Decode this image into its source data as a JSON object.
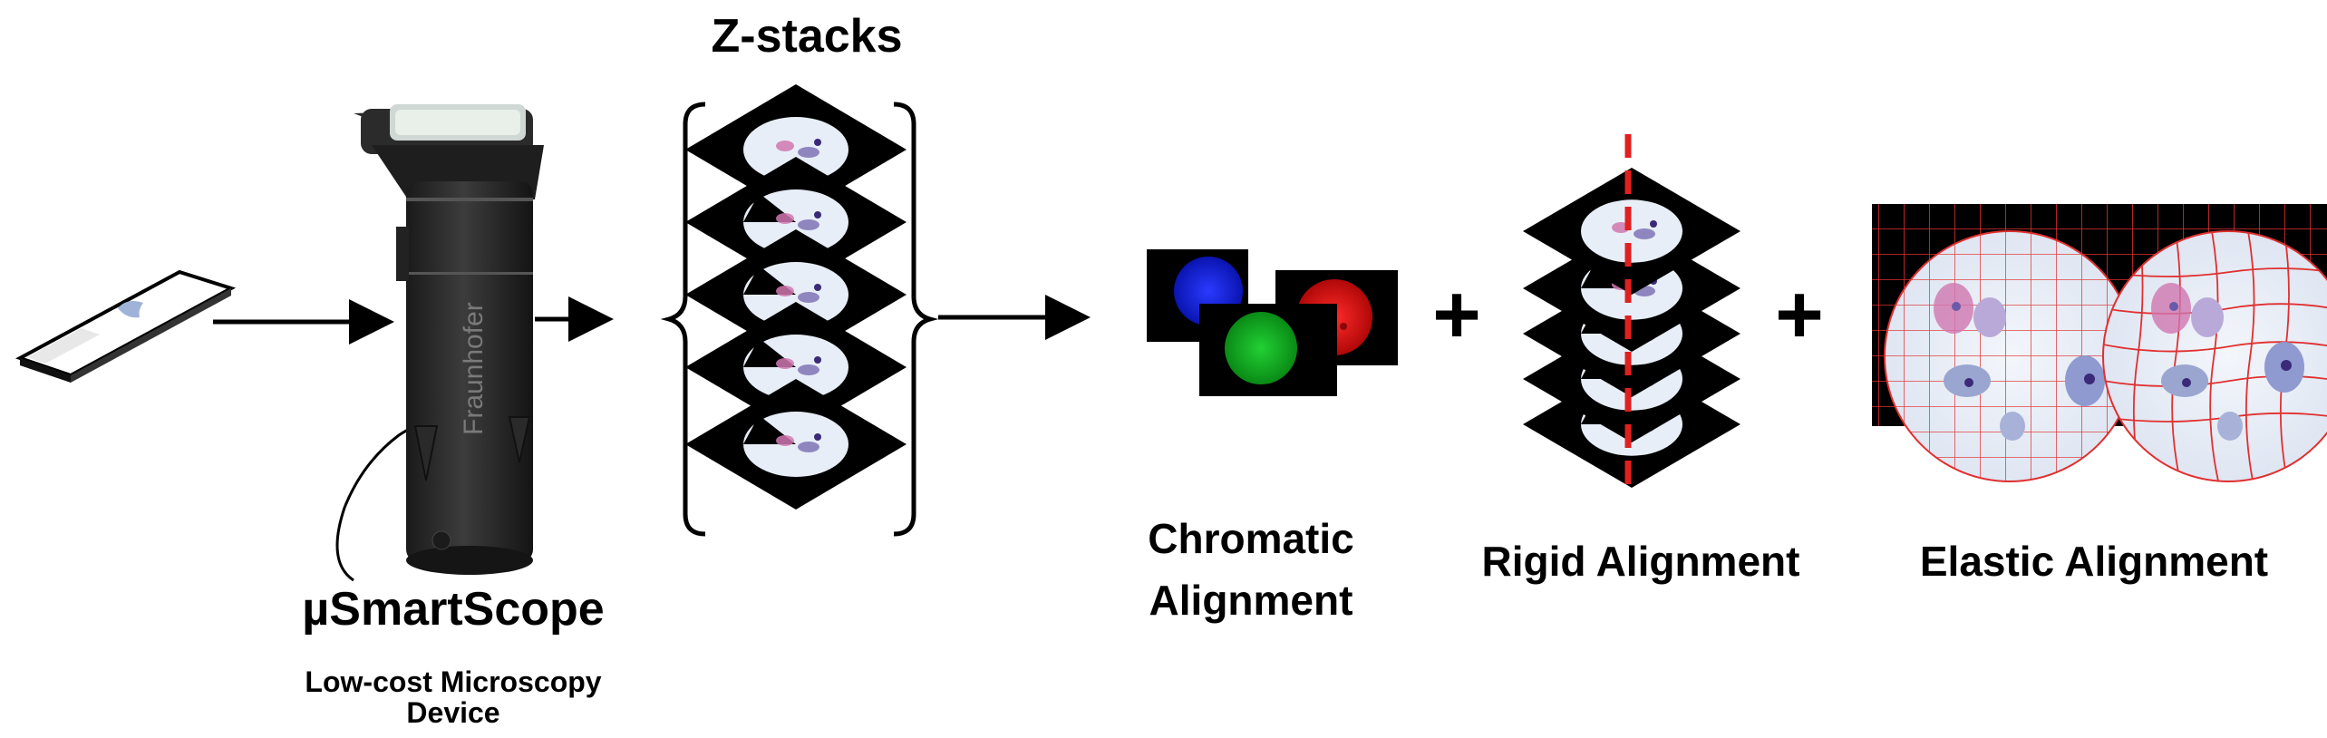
{
  "title": "Z-stacks",
  "device": {
    "name": "µSmartScope",
    "subtitle": "Low-cost Microscopy Device",
    "brand_text": "Fraunhofer"
  },
  "steps": {
    "chromatic": "Chromatic Alignment",
    "rigid": "Rigid Alignment",
    "elastic": "Elastic Alignment"
  },
  "plus_sign": "+",
  "colors": {
    "text": "#000000",
    "tile_background": "#000000",
    "red_channel": "#e01010",
    "green_channel": "#10b020",
    "blue_channel": "#1020e0",
    "cut_line": "#e02020",
    "grid": "#e03030",
    "specimen_bg": "#e6eef6",
    "stain_purple": "#6a5aa8",
    "stain_pink": "#d077b0"
  },
  "icons": [
    "microscope-slide-icon",
    "smartscope-device-icon",
    "arrow-right-icon",
    "bracket-icon",
    "grid-warp-icon"
  ]
}
